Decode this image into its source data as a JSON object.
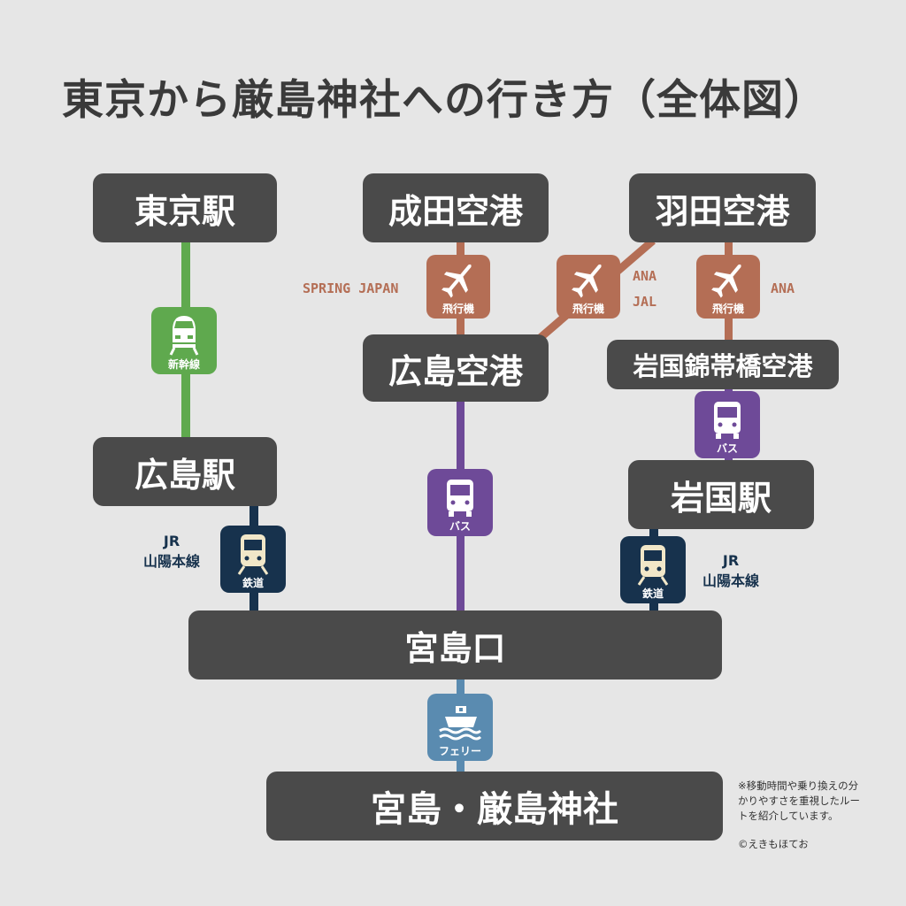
{
  "title": "東京から厳島神社への行き方（全体図）",
  "colors": {
    "station": "#4a4a4a",
    "shinkansen": "#5fa94e",
    "plane": "#b46e55",
    "bus": "#6e4a98",
    "railway": "#17324d",
    "ferry": "#5a8bb0"
  },
  "stations": {
    "tokyo": "東京駅",
    "narita": "成田空港",
    "haneda": "羽田空港",
    "hiroshima_airport": "広島空港",
    "iwakuni_airport": "岩国錦帯橋空港",
    "hiroshima_station": "広島駅",
    "iwakuni_station": "岩国駅",
    "miyajimaguchi": "宮島口",
    "miyajima": "宮島・厳島神社"
  },
  "modes": {
    "shinkansen": {
      "icon": "shinkansen-icon",
      "label": "新幹線"
    },
    "plane": {
      "icon": "airplane-icon",
      "label": "飛行機"
    },
    "bus": {
      "icon": "bus-icon",
      "label": "バス"
    },
    "railway": {
      "icon": "train-icon",
      "label": "鉄道"
    },
    "ferry": {
      "icon": "ferry-icon",
      "label": "フェリー"
    }
  },
  "carriers": {
    "narita": "SPRING JAPAN",
    "haneda_hiroshima_1": "ANA",
    "haneda_hiroshima_2": "JAL",
    "haneda_iwakuni": "ANA"
  },
  "jr_lines": {
    "left_1": "JR",
    "left_2": "山陽本線",
    "right_1": "JR",
    "right_2": "山陽本線"
  },
  "note": {
    "line1": "※移動時間や乗り換えの分",
    "line2": "かりやすさを重視したルー",
    "line3": "トを紹介しています。"
  },
  "credit": "©えきもほてお"
}
